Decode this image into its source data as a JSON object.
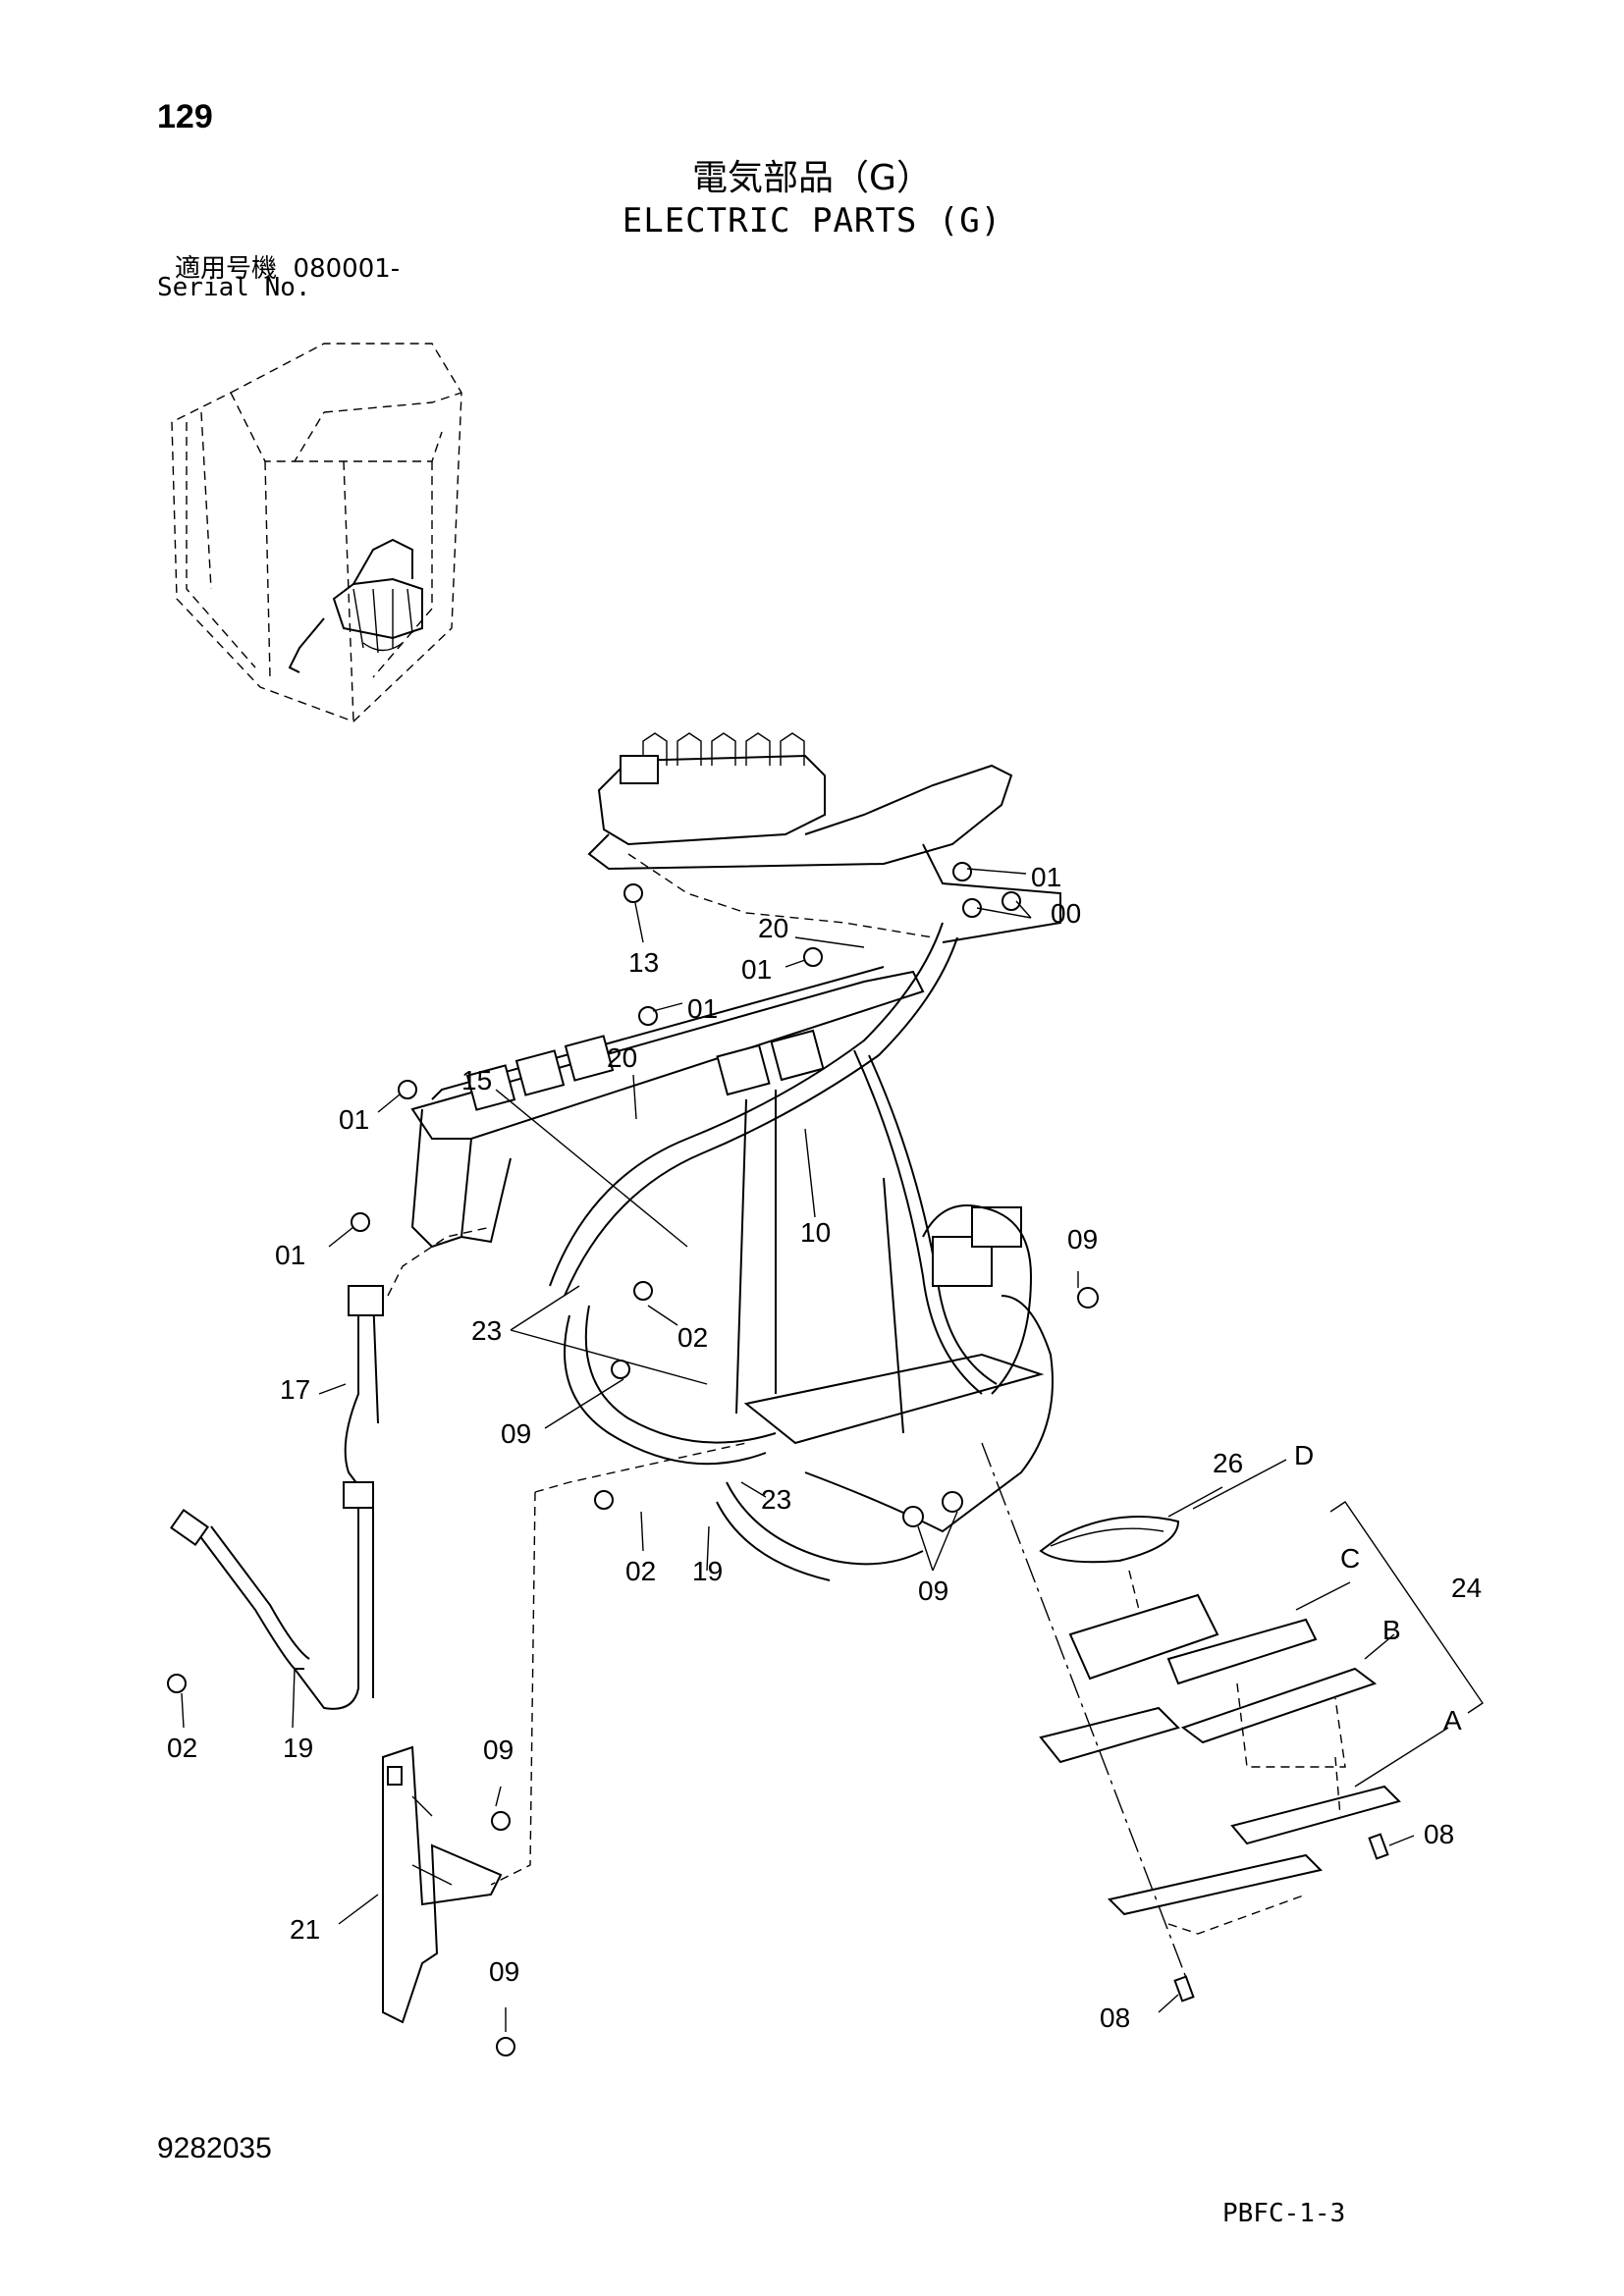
{
  "header": {
    "page_number": "129",
    "title_jp": "電気部品（G）",
    "title_en": "ELECTRIC PARTS (G)",
    "serial_label_jp": "適用号機",
    "serial_value": "080001-",
    "serial_label_en": "Serial No."
  },
  "callouts": [
    "01",
    "00",
    "13",
    "20",
    "01",
    "01",
    "20",
    "15",
    "01",
    "10",
    "09",
    "01",
    "23",
    "02",
    "17",
    "09",
    "26",
    "D",
    "C",
    "24",
    "B",
    "23",
    "02",
    "19",
    "09",
    "02",
    "19",
    "A",
    "09",
    "08",
    "21",
    "09",
    "08"
  ],
  "footer": {
    "doc_number": "9282035",
    "page_code": "PBFC-1-3"
  }
}
